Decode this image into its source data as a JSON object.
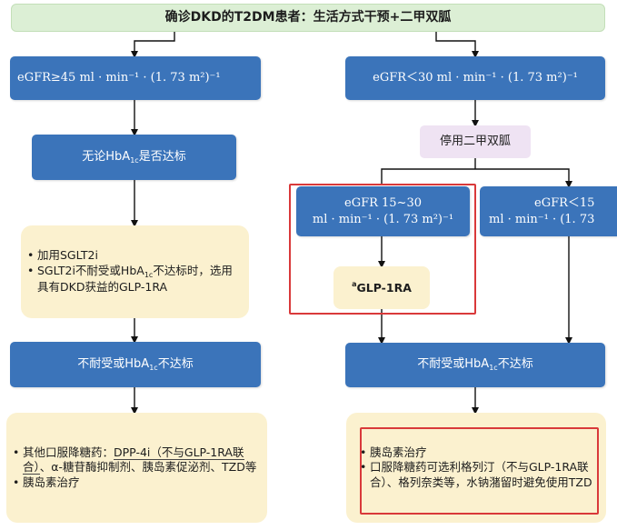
{
  "title": "确诊DKD的T2DM患者：生活方式干预+二甲双胍",
  "left": {
    "egfr": "eGFR≥45 ml · min⁻¹ · (1. 73  m²)⁻¹",
    "hba": {
      "pre": "无论HbA",
      "sub": "1c",
      "post": "是否达标"
    },
    "options": {
      "item1": "加用SGLT2i",
      "item2": {
        "pre": "SGLT2i不耐受或HbA",
        "sub": "1c",
        "post": "不达标时，选用具有DKD获益的GLP-1RA"
      }
    },
    "intolerant": {
      "pre": "不耐受或HbA",
      "sub": "1c",
      "post": "不达标"
    },
    "final": {
      "item1_pre": "其他口服降糖药：",
      "item1_under": "DPP-4i（不与GLP-1RA联合）",
      "item1_post": "、α-糖苷酶抑制剂、胰岛素促泌剂、TZD等",
      "item2": "胰岛素治疗"
    }
  },
  "right": {
    "egfr": "eGFR＜30 ml · min⁻¹ · (1. 73  m²)⁻¹",
    "stop": "停用二甲双胍",
    "sub1": {
      "line1": "eGFR 15~30",
      "line2": "ml · min⁻¹ · (1. 73  m²)⁻¹"
    },
    "sub2": {
      "line1": "eGFR＜15",
      "line2": "ml · min⁻¹ · (1. 73"
    },
    "glp": {
      "sup": "a",
      "text": "GLP-1RA"
    },
    "intolerant": {
      "pre": "不耐受或HbA",
      "sub": "1c",
      "post": "不达标"
    },
    "final": {
      "item1": "胰岛素治疗",
      "item2": "口服降糖药可选利格列汀（不与GLP-1RA联合）、格列奈类等，水钠潴留时避免使用TZD"
    }
  },
  "colors": {
    "blue": "#3b74ba",
    "green": "#dcefd5",
    "pink": "#efe3f3",
    "cream": "#fbf1cf",
    "red_highlight": "#d9393a"
  }
}
